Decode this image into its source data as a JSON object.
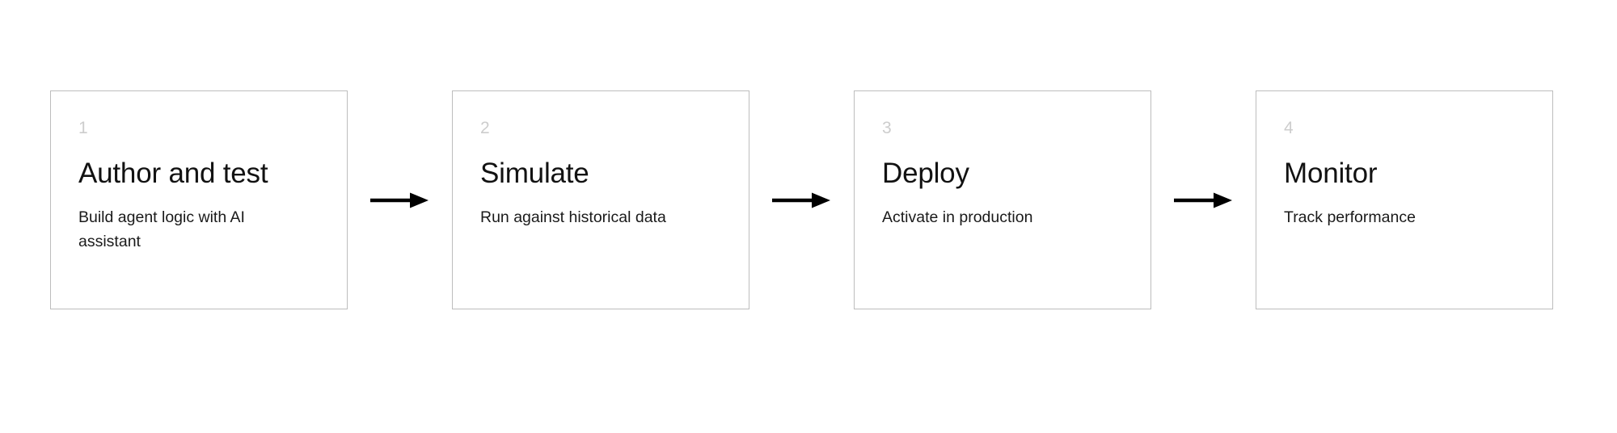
{
  "diagram": {
    "type": "horizontal-process-flow",
    "background_color": "#ffffff",
    "card_border_color": "#bdbdbd",
    "number_color": "#cdcdcd",
    "title_color": "#121212",
    "description_color": "#1a1a1a",
    "arrow_color": "#000000",
    "steps": [
      {
        "number": "1",
        "title": "Author and test",
        "description": "Build agent logic with AI assistant"
      },
      {
        "number": "2",
        "title": "Simulate",
        "description": "Run against historical data"
      },
      {
        "number": "3",
        "title": "Deploy",
        "description": "Activate in production"
      },
      {
        "number": "4",
        "title": "Monitor",
        "description": "Track performance"
      }
    ],
    "connectors": [
      {
        "name": "arrow-right-icon"
      },
      {
        "name": "arrow-right-icon"
      },
      {
        "name": "arrow-right-icon"
      }
    ]
  }
}
